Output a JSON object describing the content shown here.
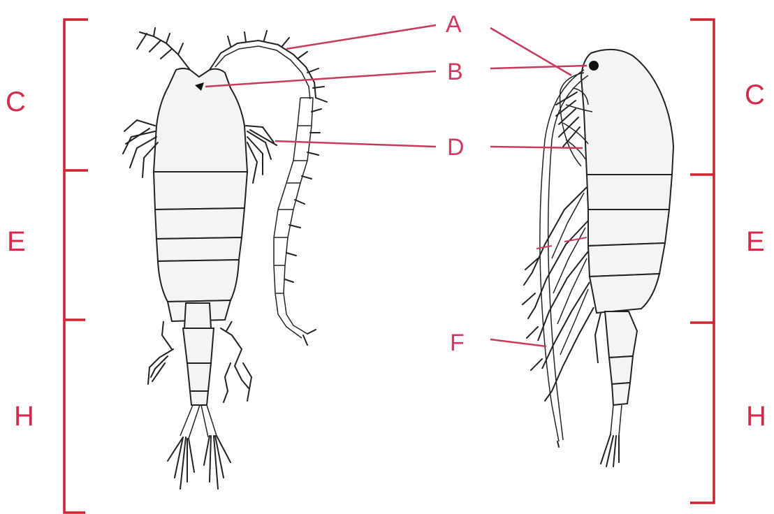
{
  "labels": {
    "A": "A",
    "B": "B",
    "C": "C",
    "D": "D",
    "E": "E",
    "F": "F",
    "H": "H"
  },
  "colors": {
    "label": "#d42a4a",
    "leader": "#c83a5c",
    "bracket": "#d0222f",
    "outline": "#222222"
  }
}
